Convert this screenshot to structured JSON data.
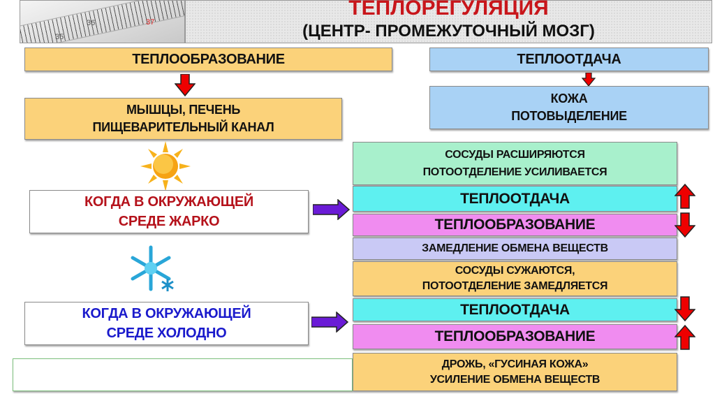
{
  "thermometer": {
    "labels": [
      "35",
      "36",
      "37"
    ]
  },
  "title": {
    "main": "ТЕПЛОРЕГУЛЯЦИЯ",
    "sub": "(ЦЕНТР- ПРОМЕЖУТОЧНЫЙ МОЗГ)"
  },
  "heat_production": {
    "label": "ТЕПЛООБРАЗОВАНИЕ",
    "organs": [
      "МЫШЦЫ,  ПЕЧЕНЬ",
      "ПИЩЕВАРИТЕЛЬНЫЙ  КАНАЛ"
    ]
  },
  "heat_loss": {
    "label": "ТЕПЛООТДАЧА",
    "organs": [
      "КОЖА",
      "ПОТОВЫДЕЛЕНИЕ"
    ]
  },
  "hot": {
    "lines": [
      "КОГДА  В ОКРУЖАЮЩЕЙ",
      "СРЕДЕ ЖАРКО"
    ],
    "color": "#b5121b"
  },
  "cold": {
    "lines": [
      "КОГДА  В ОКРУЖАЮЩЕЙ",
      "СРЕДЕ ХОЛОДНО"
    ],
    "color": "#1a1acc"
  },
  "right": {
    "r1": [
      "СОСУДЫ РАСШИРЯЮТСЯ",
      "ПОТООТДЕЛЕНИЕ УСИЛИВАЕТСЯ"
    ],
    "r2": "ТЕПЛООТДАЧА",
    "r3": "ТЕПЛООБРАЗОВАНИЕ",
    "r4": "ЗАМЕДЛЕНИЕ ОБМЕНА ВЕЩЕСТВ",
    "r5": [
      "СОСУДЫ СУЖАЮТСЯ,",
      "ПОТООТДЕЛЕНИЕ ЗАМЕДЛЯЕТСЯ"
    ],
    "r6": "ТЕПЛООТДАЧА",
    "r7": "ТЕПЛООБРАЗОВАНИЕ",
    "r8": [
      "ДРОЖЬ, «ГУСИНАЯ КОЖА»",
      "УСИЛЕНИЕ ОБМЕНА ВЕЩЕСТВ"
    ]
  }
}
